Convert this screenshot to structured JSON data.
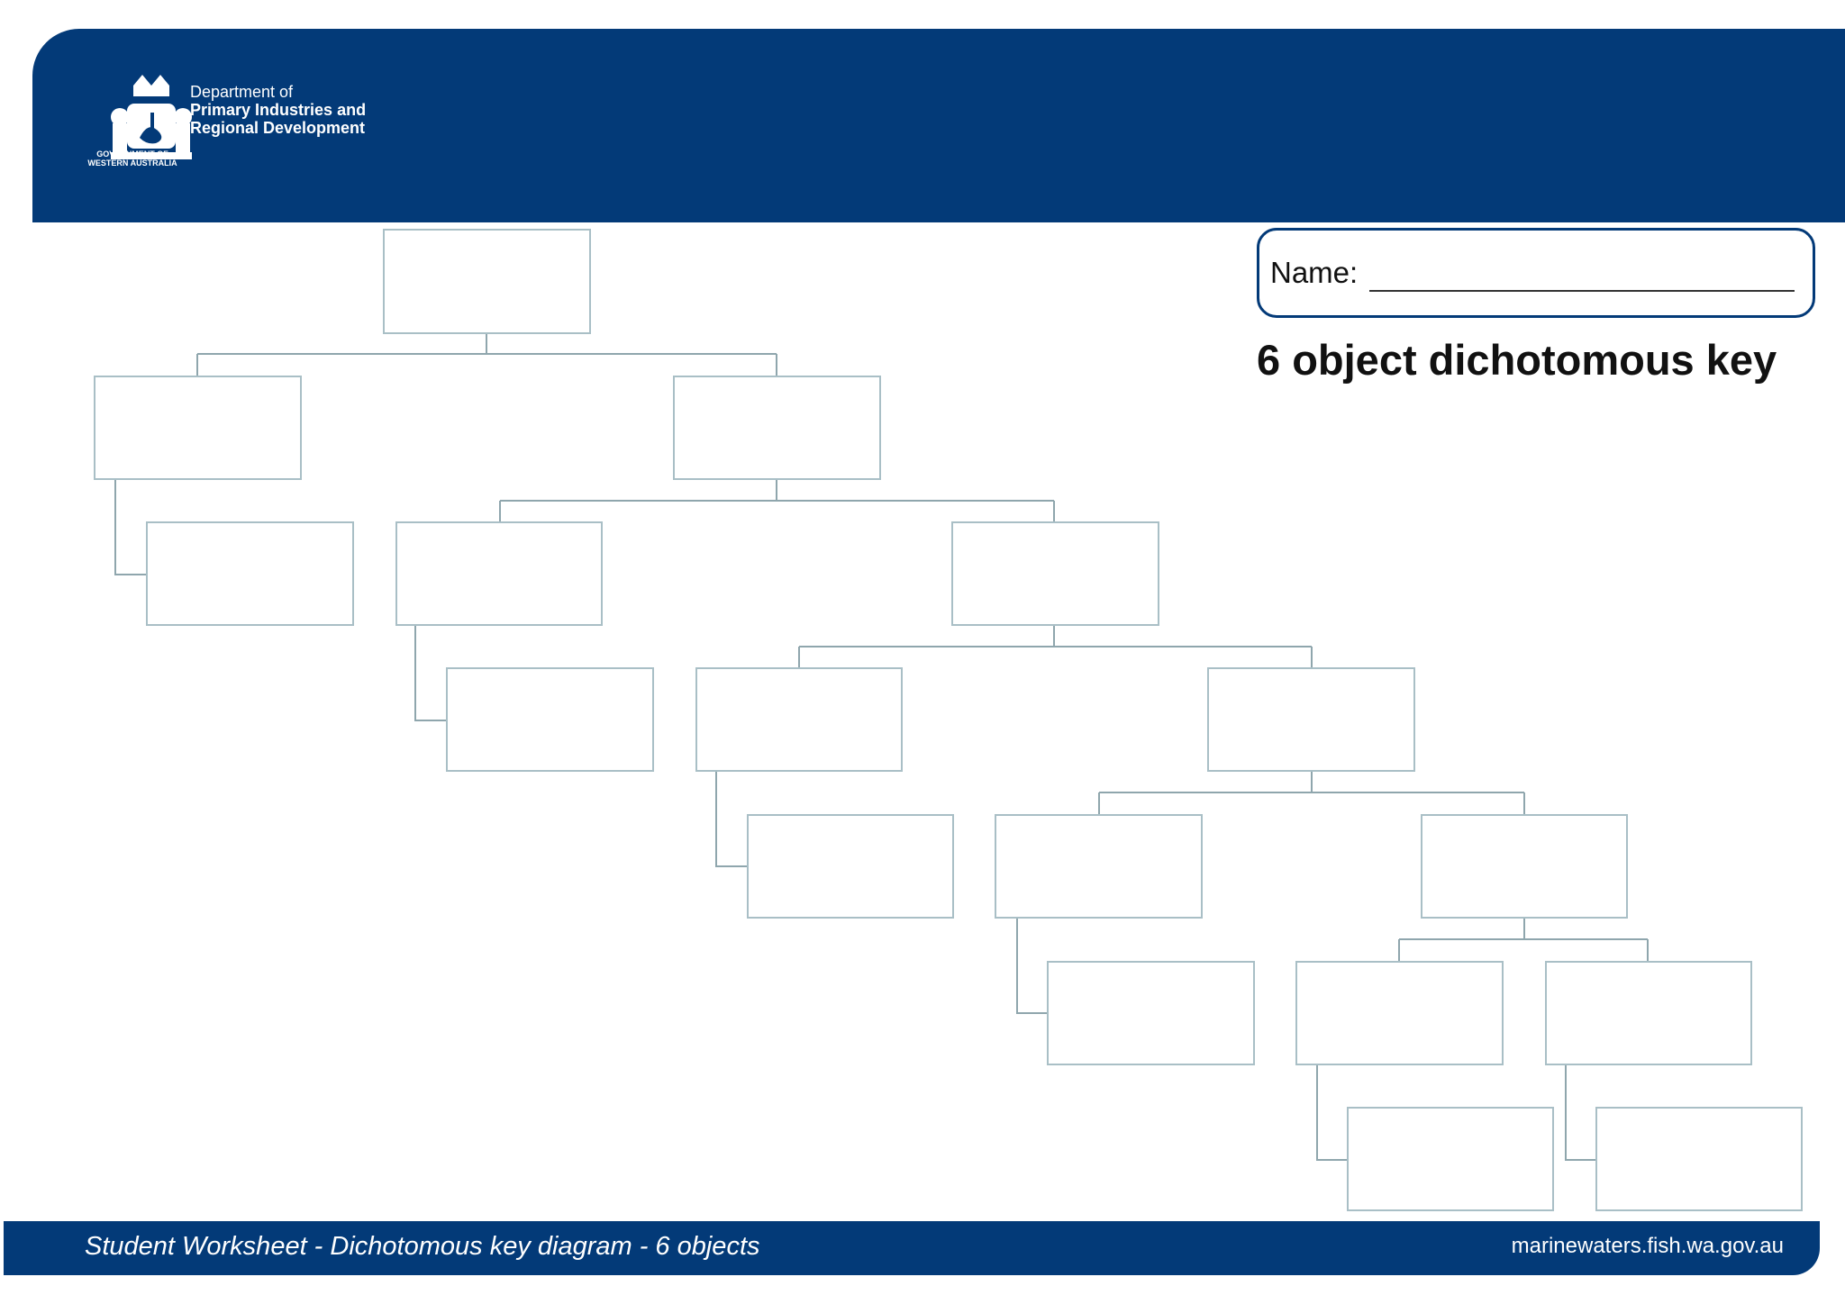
{
  "header": {
    "dept_line1": "Department of",
    "dept_line2": "Primary Industries and",
    "dept_line3": "Regional Development",
    "gov_line1": "GOVERNMENT OF",
    "gov_line2": "WESTERN AUSTRALIA"
  },
  "name_field": {
    "label": "Name:"
  },
  "title": "6 object dichotomous key",
  "footer": {
    "left": "Student Worksheet - Dichotomous key diagram - 6 objects",
    "right": "marinewaters.fish.wa.gov.au"
  },
  "colors": {
    "brand_blue": "#033a78",
    "box_border": "#a9bfc6",
    "connector": "#8fa6ad"
  }
}
